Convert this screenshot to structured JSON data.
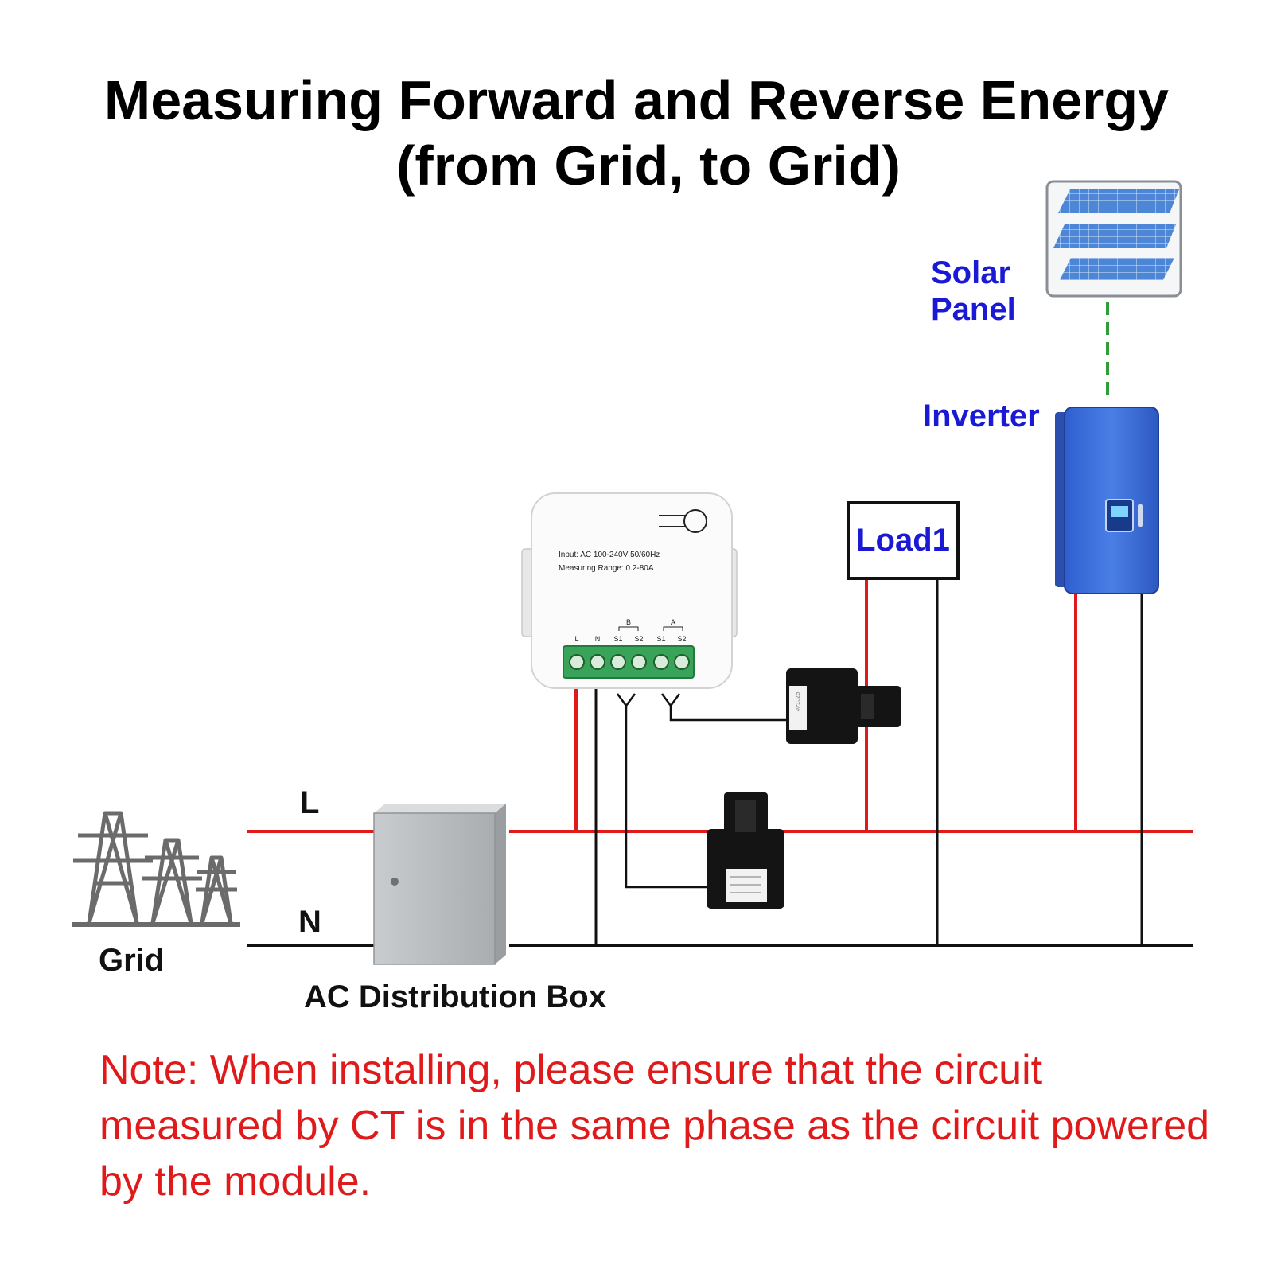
{
  "title": {
    "line1": "Measuring  Forward and Reverse Energy",
    "line2": "(from Grid, to Grid)"
  },
  "labels": {
    "solar_panel_line1": "Solar",
    "solar_panel_line2": "Panel",
    "inverter": "Inverter",
    "load": "Load1",
    "line_l": "L",
    "line_n": "N",
    "grid": "Grid",
    "distribution_box": "AC Distribution Box"
  },
  "module": {
    "spec_line1": "Input: AC 100-240V 50/60Hz",
    "spec_line2": "Measuring Range: 0.2-80A",
    "terminals": [
      "L",
      "N",
      "S1",
      "S2",
      "S1",
      "S2"
    ],
    "group_b": "B",
    "group_a": "A"
  },
  "note": {
    "prefix": "Note: ",
    "text": "When installing, please ensure that the circuit measured by CT is in the same phase as the circuit powered by the module."
  },
  "colors": {
    "live_wire": "#e01a1a",
    "neutral_wire": "#111111",
    "label_blue": "#1a1ad6",
    "note_red": "#e01a1a",
    "inverter_blue": "#3f73e0",
    "terminal_green": "#3aa35a",
    "solar_link_green": "#2f9e3a"
  },
  "icons": [
    "solar-panel-icon",
    "inverter-icon",
    "power-tower-icon",
    "distribution-box-icon",
    "energy-meter-module-icon",
    "ct-clamp-icon"
  ]
}
